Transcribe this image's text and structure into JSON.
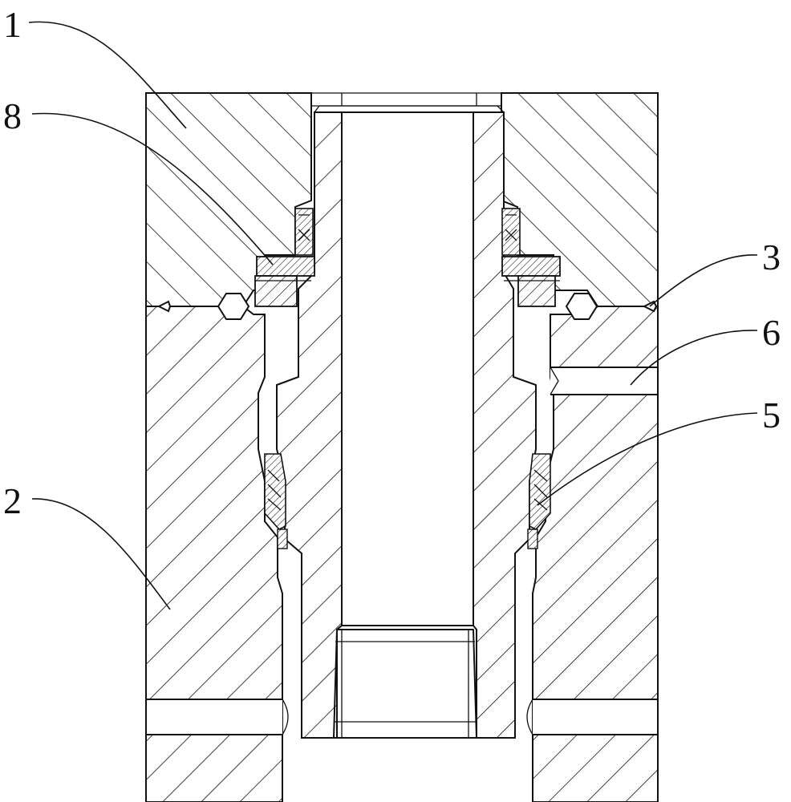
{
  "callouts": [
    {
      "id": "1",
      "text": "1"
    },
    {
      "id": "8",
      "text": "8"
    },
    {
      "id": "3",
      "text": "3"
    },
    {
      "id": "6",
      "text": "6"
    },
    {
      "id": "5",
      "text": "5"
    },
    {
      "id": "2",
      "text": "2"
    }
  ],
  "colors": {
    "line": "#111111",
    "background": "#ffffff"
  }
}
